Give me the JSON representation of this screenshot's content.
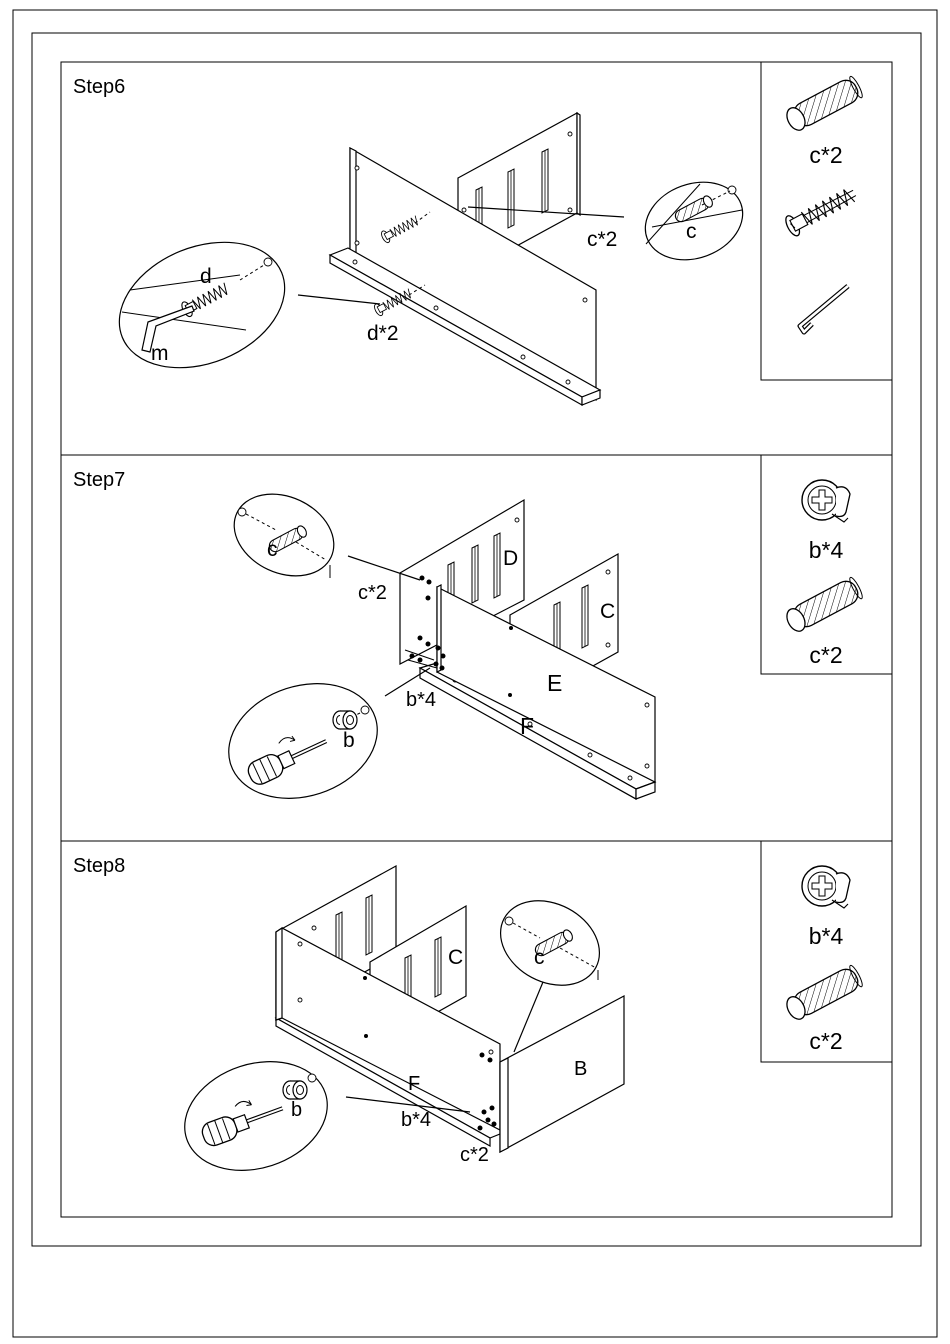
{
  "steps": [
    {
      "title": "Step6",
      "callouts": {
        "dowel_count": "c*2",
        "screw_count": "d*2",
        "zoom_dowel": "c",
        "zoom_screw": "d",
        "zoom_key": "m"
      },
      "parts": [
        {
          "label": "c*2",
          "icon": "wooden-dowel-icon"
        },
        {
          "label": "",
          "icon": "cam-bolt-icon"
        },
        {
          "label": "",
          "icon": "hex-key-icon"
        }
      ]
    },
    {
      "title": "Step7",
      "callouts": {
        "dowel_count": "c*2",
        "cam_count": "b*4",
        "zoom_dowel": "c",
        "zoom_cam": "b"
      },
      "board_labels": {
        "D": "D",
        "C": "C",
        "E": "E",
        "F": "F"
      },
      "parts": [
        {
          "label": "b*4",
          "icon": "cam-lock-icon"
        },
        {
          "label": "c*2",
          "icon": "wooden-dowel-icon"
        }
      ]
    },
    {
      "title": "Step8",
      "callouts": {
        "dowel_count": "c*2",
        "cam_count": "b*4",
        "zoom_dowel": "c",
        "zoom_cam": "b"
      },
      "board_labels": {
        "C": "C",
        "B": "B",
        "F": "F"
      },
      "parts": [
        {
          "label": "b*4",
          "icon": "cam-lock-icon"
        },
        {
          "label": "c*2",
          "icon": "wooden-dowel-icon"
        }
      ]
    }
  ]
}
